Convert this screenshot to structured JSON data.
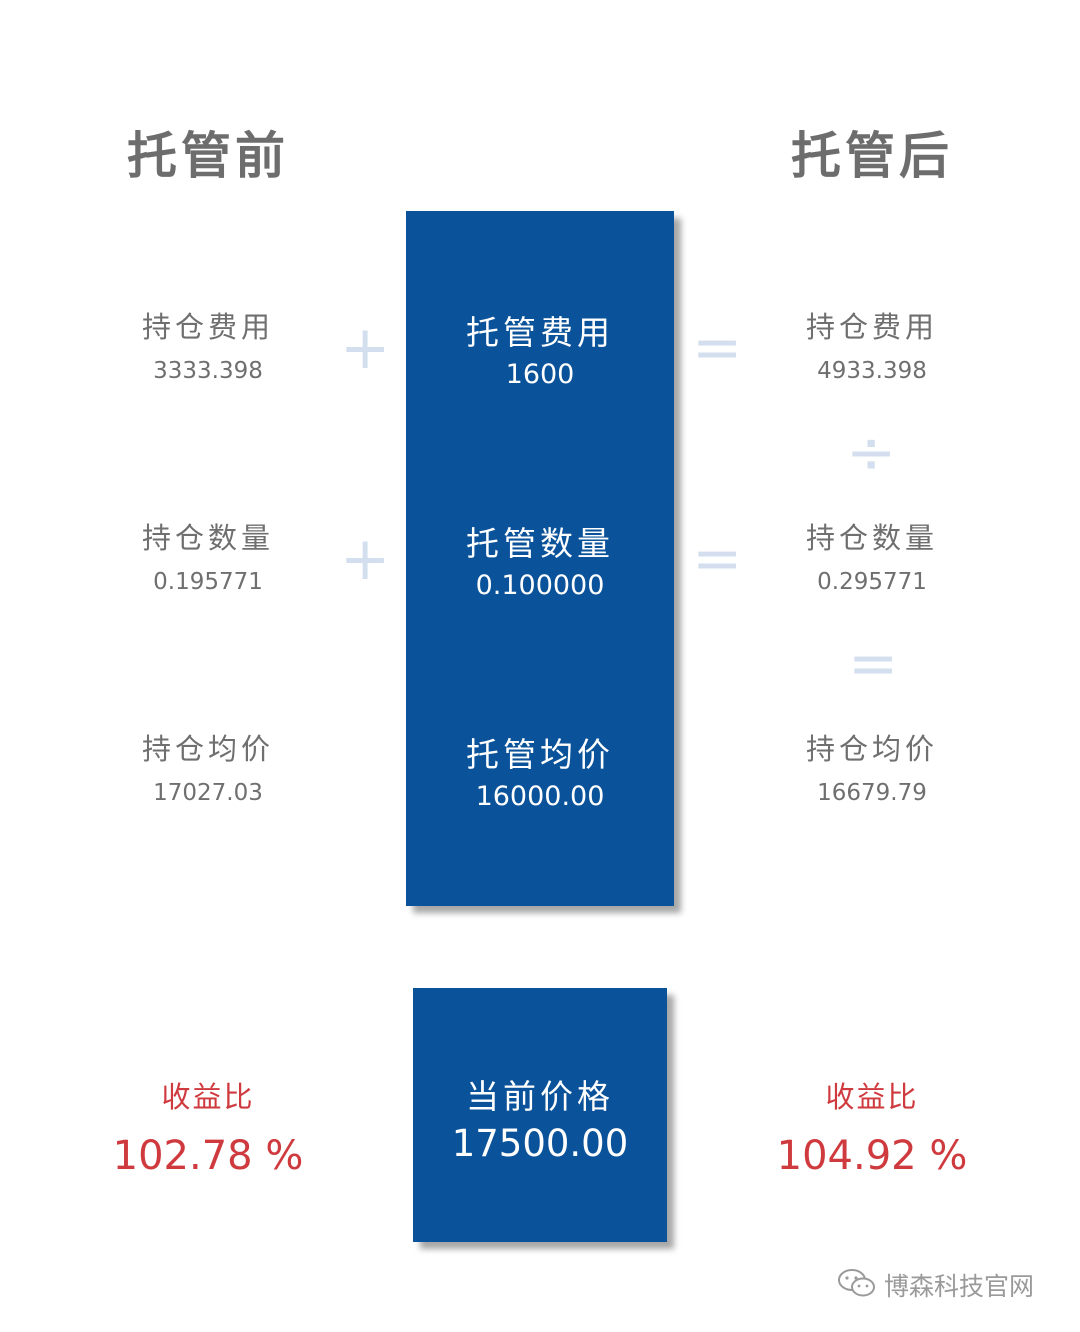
{
  "before": {
    "heading": "托管前",
    "rows": [
      {
        "label": "持仓费用",
        "value": "3333.398"
      },
      {
        "label": "持仓数量",
        "value": "0.195771"
      },
      {
        "label": "持仓均价",
        "value": "17027.03"
      }
    ],
    "profit_label": "收益比",
    "profit_value": "102.78 %"
  },
  "custody": {
    "rows": [
      {
        "label": "托管费用",
        "value": "1600"
      },
      {
        "label": "托管数量",
        "value": "0.100000"
      },
      {
        "label": "托管均价",
        "value": "16000.00"
      }
    ]
  },
  "after": {
    "heading": "托管后",
    "rows": [
      {
        "label": "持仓费用",
        "value": "4933.398"
      },
      {
        "label": "持仓数量",
        "value": "0.295771"
      },
      {
        "label": "持仓均价",
        "value": "16679.79"
      }
    ],
    "profit_label": "收益比",
    "profit_value": "104.92 %"
  },
  "current": {
    "label": "当前价格",
    "value": "17500.00"
  },
  "operators": {
    "plus": "+",
    "equals": "=",
    "divide": "÷"
  },
  "watermark": "博森科技官网",
  "colors": {
    "box_blue": "#0a5299",
    "operator": "#d3dfee",
    "profit_red": "#cf3a3f",
    "text_gray": "#6f6f6f"
  },
  "icons": [
    "wechat-icon"
  ]
}
